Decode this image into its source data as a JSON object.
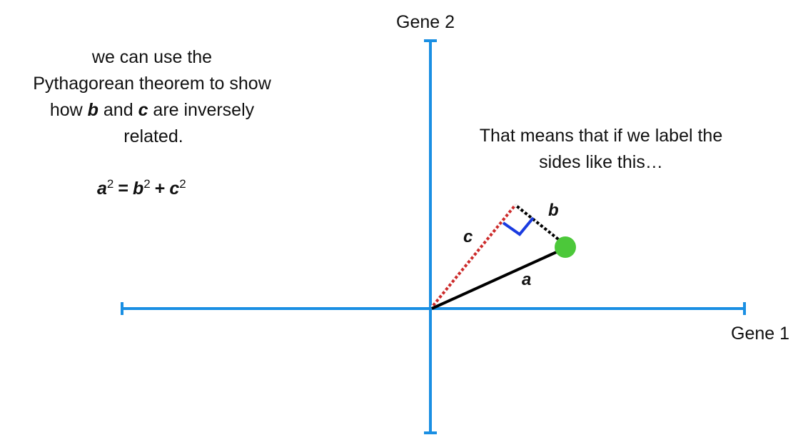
{
  "axes": {
    "y_label": "Gene 2",
    "x_label": "Gene 1"
  },
  "left_text": {
    "line1": "we can use the",
    "line2": "Pythagorean theorem to show",
    "line3_prefix": "how ",
    "line3_b": "b",
    "line3_mid": " and ",
    "line3_c": "c",
    "line3_suffix": " are inversely",
    "line4": "related."
  },
  "equation": {
    "a": "a",
    "b": "b",
    "c": "c",
    "exp": "2",
    "equals": "=",
    "plus": "+"
  },
  "right_text": {
    "line1": "That means that if we label the",
    "line2": "sides like this…"
  },
  "side_labels": {
    "a": "a",
    "b": "b",
    "c": "c"
  },
  "colors": {
    "axis": "#1a8fe3",
    "point": "#4cc83a",
    "side_a": "#000000",
    "side_c": "#cc2a2a",
    "side_b": "#000000",
    "right_angle": "#1a3be0"
  }
}
